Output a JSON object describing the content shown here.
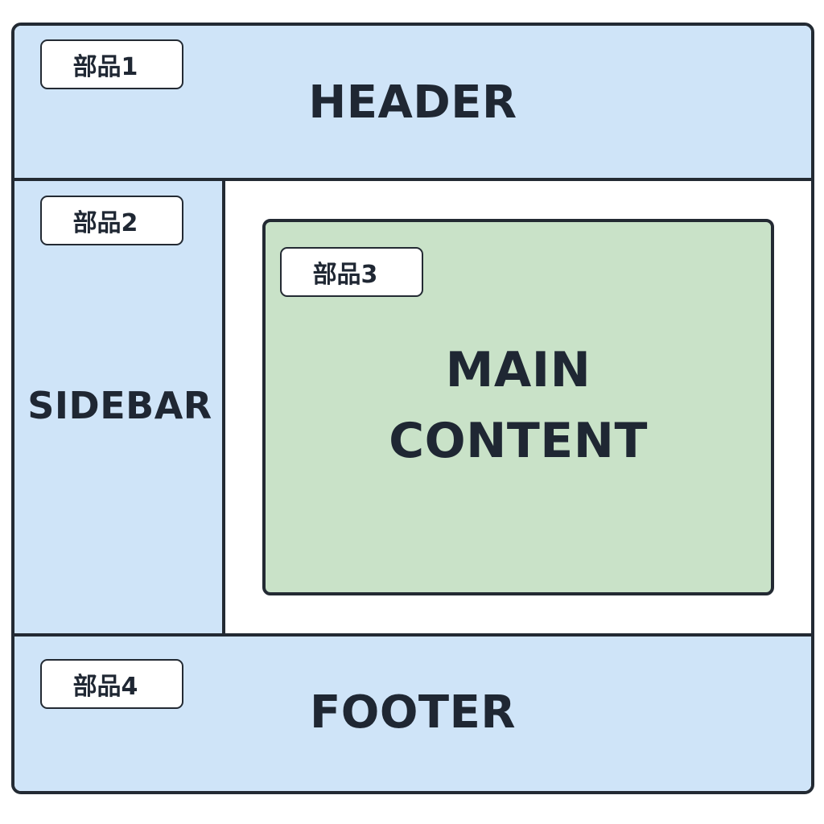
{
  "header": {
    "tag": "部品1",
    "label": "HEADER"
  },
  "sidebar": {
    "tag": "部品2",
    "label": "SIDEBAR"
  },
  "main": {
    "tag": "部品3",
    "label_line1": "MAIN",
    "label_line2": "CONTENT"
  },
  "footer": {
    "tag": "部品4",
    "label": "FOOTER"
  },
  "colors": {
    "region_fill": "#cfe4f8",
    "main_fill": "#c9e2c8",
    "border": "#232a33",
    "tag_fill": "#ffffff"
  }
}
